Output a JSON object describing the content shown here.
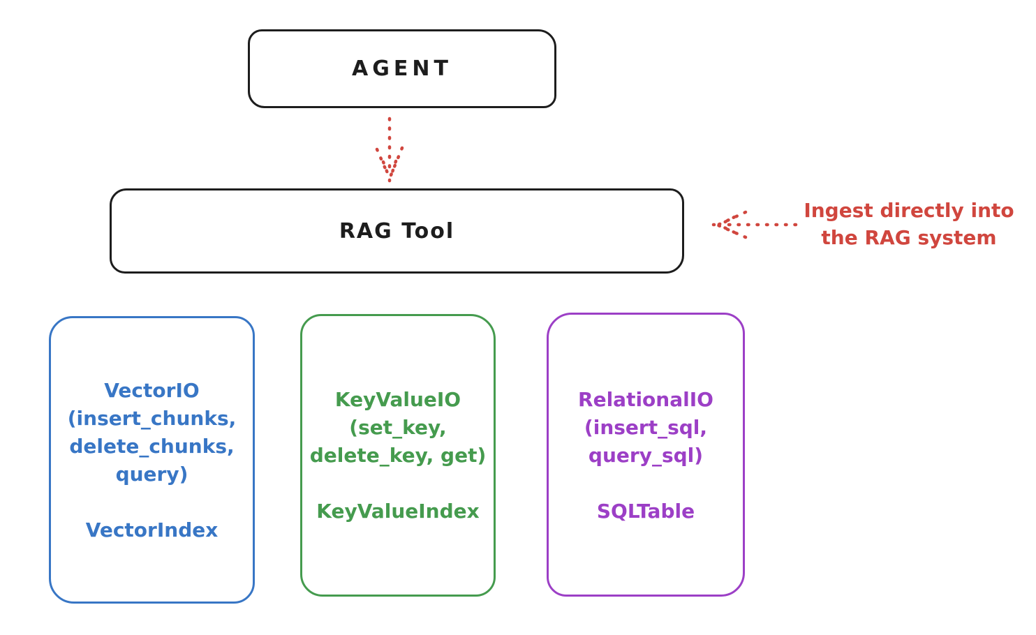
{
  "canvas": {
    "background_color": "#ffffff",
    "stroke_color": "#1d1d1d",
    "accent_red": "#d0463e"
  },
  "nodes": {
    "agent": {
      "label": "AGENT"
    },
    "rag_tool": {
      "label": "RAG Tool"
    }
  },
  "annotation": {
    "text": "Ingest directly into\nthe RAG system",
    "color": "#d0463e"
  },
  "arrows": [
    {
      "name": "agent-to-rag-tool",
      "style": "dotted",
      "color": "#d0463e",
      "direction": "down",
      "from": "AGENT",
      "to": "RAG Tool"
    },
    {
      "name": "ingest-into-rag",
      "style": "dotted",
      "color": "#d0463e",
      "direction": "left",
      "from": "Ingest directly into the RAG system",
      "to": "RAG Tool"
    }
  ],
  "cards": [
    {
      "id": "vector-io",
      "color": "#3876c5",
      "io_text": "VectorIO\n(insert_chunks,\ndelete_chunks,\nquery)",
      "index_text": "VectorIndex"
    },
    {
      "id": "key-value-io",
      "color": "#459b4e",
      "io_text": "KeyValueIO\n(set_key,\ndelete_key, get)",
      "index_text": "KeyValueIndex"
    },
    {
      "id": "relational-io",
      "color": "#9c3fc6",
      "io_text": "RelationalIO\n(insert_sql,\nquery_sql)",
      "index_text": "SQLTable"
    }
  ]
}
